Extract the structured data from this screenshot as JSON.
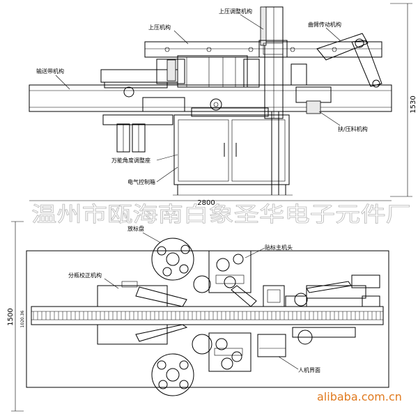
{
  "labels": {
    "top_pressure_adjust": "上压调整机构",
    "top_pressure": "上压机构",
    "crank_drive": "曲臂传动机构",
    "conveyor": "输送带机构",
    "universal_adjust_seat": "万能角度调整座",
    "electric_cabinet": "电气控制箱",
    "clamp_mechanism": "扶/压料机构",
    "dim_height": "1530",
    "dim_length": "2800",
    "label_tray": "放标盘",
    "main_head": "贴标主机头",
    "bottle_separator": "分瓶校正机构",
    "hmi": "人机界面",
    "dim_width": "1500",
    "dim_small": "1020.36"
  },
  "watermark": {
    "company": "温州市瓯海南白象圣华电子元件厂",
    "site": "alibaba.com.cn"
  }
}
